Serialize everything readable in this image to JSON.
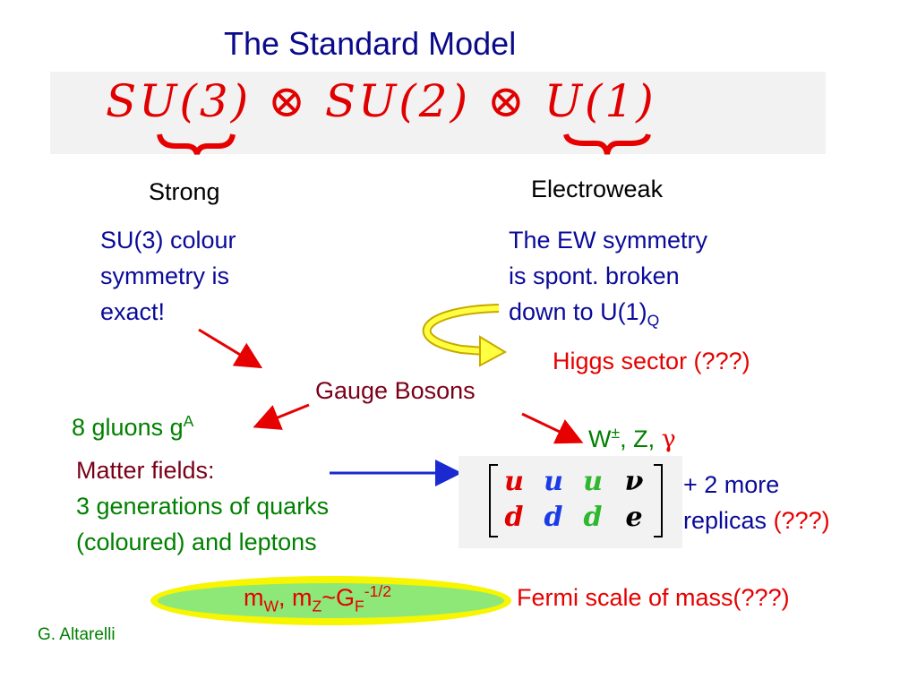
{
  "title": "The Standard Model",
  "formula": "SU(3) ⊗ SU(2) ⊗ U(1)",
  "strong": {
    "label": "Strong",
    "desc_lines": [
      "SU(3) colour",
      "symmetry is",
      "exact!"
    ]
  },
  "electroweak": {
    "label": "Electroweak",
    "desc_lines": [
      "The EW symmetry",
      "is spont. broken",
      "down to U(1)"
    ],
    "desc_subscript": "Q",
    "higgs": "Higgs sector (???)"
  },
  "gauge_bosons": "Gauge Bosons",
  "gluons": {
    "text": "8 gluons g",
    "sup": "A"
  },
  "ew_bosons": {
    "w": "W",
    "w_sup": "±",
    "rest": ", Z, ",
    "gamma": "γ"
  },
  "matter": {
    "heading": "Matter fields:",
    "line1": "3 generations of quarks",
    "line2": "(coloured) and leptons"
  },
  "matrix": {
    "top": [
      "u",
      "u",
      "u",
      "ν"
    ],
    "bottom": [
      "d",
      "d",
      "d",
      "e"
    ],
    "colors": [
      "#e00000",
      "#1a3ce6",
      "#2db82d",
      "#000000"
    ]
  },
  "replicas": {
    "line1": "+ 2 more",
    "line2": "replicas",
    "unknown": "(???)"
  },
  "mass_formula": {
    "m1": "m",
    "s1": "W",
    "m2": ", m",
    "s2": "Z",
    "tilde": "~G",
    "s3": "F",
    "exp": "-1/2"
  },
  "fermi_scale": "Fermi scale of mass(???)",
  "author": "G. Altarelli",
  "colors": {
    "title": "#0a0a8a",
    "red": "#e60000",
    "blue_arrow": "#1a2ad0",
    "maroon": "#7a0018",
    "green": "#008000",
    "oval_fill": "#8ee878",
    "oval_ring": "#f7f500"
  }
}
